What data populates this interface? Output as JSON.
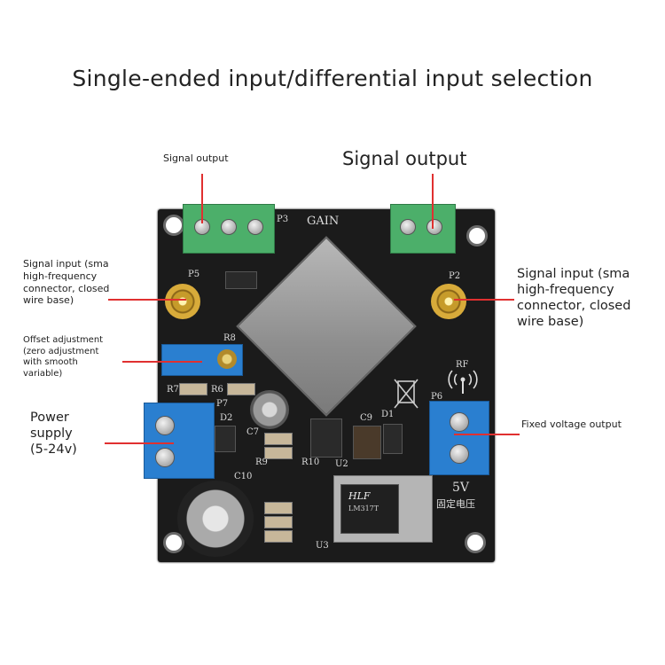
{
  "title": "Single-ended input/differential input selection",
  "labels": {
    "signal_output_small": "Signal output",
    "signal_output_large": "Signal output",
    "signal_input_left": [
      "Signal input (sma",
      "high-frequency",
      "connector, closed",
      "wire base)"
    ],
    "signal_input_right": [
      "Signal input (sma",
      "high-frequency",
      "connector, closed",
      "wire base)"
    ],
    "offset_adjustment": [
      "Offset adjustment",
      "(zero adjustment",
      "with smooth",
      "variable)"
    ],
    "power_supply": [
      "Power",
      "supply",
      "(5-24v)"
    ],
    "fixed_voltage_output": "Fixed voltage output"
  },
  "board": {
    "gain": "GAIN",
    "p3": "P3",
    "p5": "P5",
    "p2": "P2",
    "p6": "P6",
    "r6": "R6",
    "r7": "R7",
    "r8": "R8",
    "p7": "P7",
    "d2": "D2",
    "c10": "C10",
    "c7": "C7",
    "c9": "C9",
    "d1": "D1",
    "r9": "R9",
    "r10": "R10",
    "u2": "U2",
    "u3": "U3",
    "rf": "RF",
    "v5": "5V",
    "fixed_cn": "固定电压",
    "reg_brand": "HLF",
    "reg_part": "LM317T"
  },
  "colors": {
    "pointer": "#e03030",
    "pcb": "#1b1b1b",
    "terminal_green": "#4caf6a",
    "terminal_blue": "#2a7fd0"
  }
}
